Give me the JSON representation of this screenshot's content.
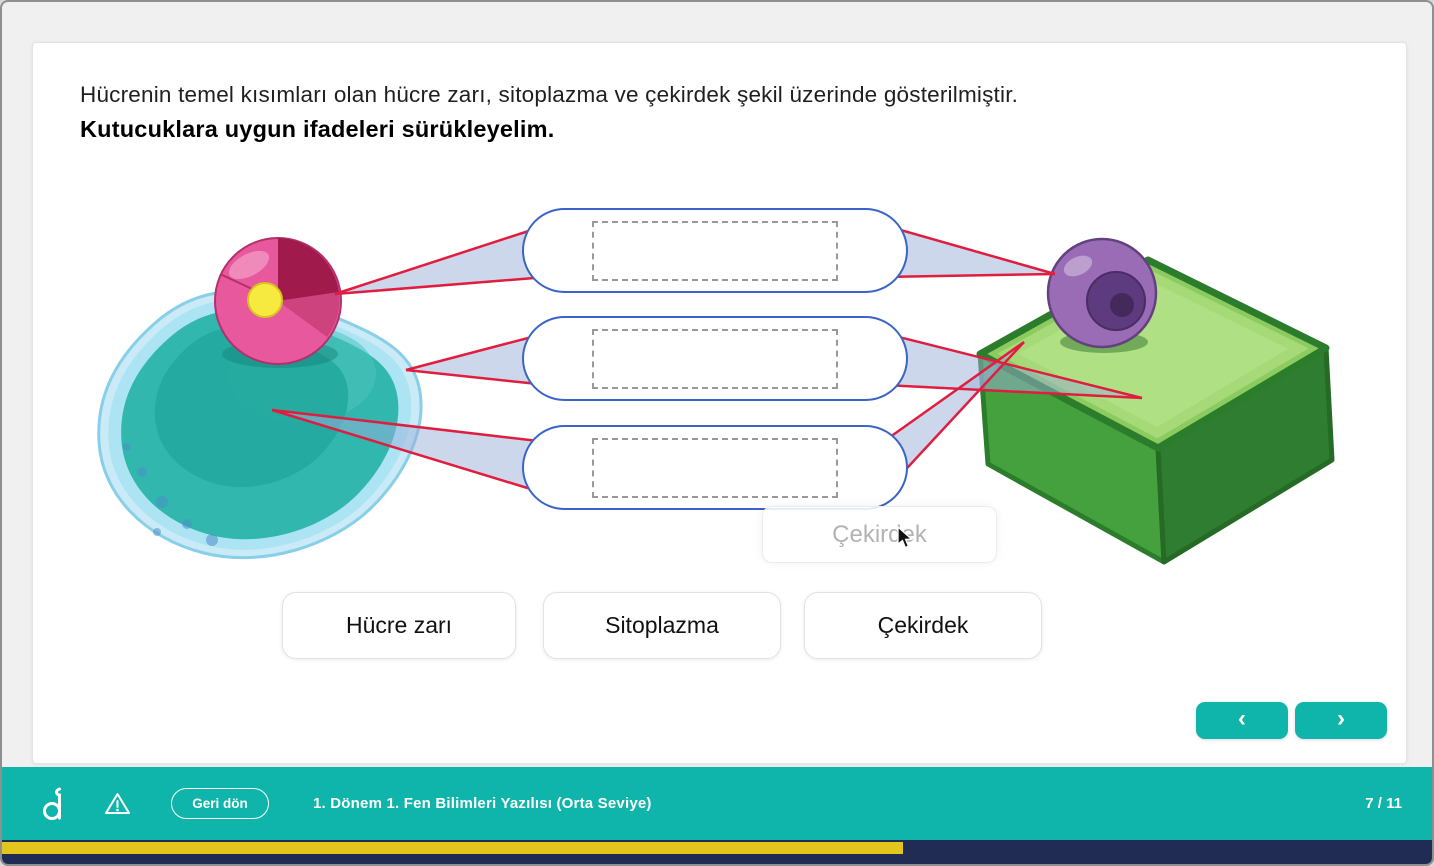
{
  "instructions": {
    "line1": "Hücrenin temel kısımları olan hücre zarı, sitoplazma ve çekirdek şekil üzerinde gösterilmiştir.",
    "line2": "Kutucuklara uygun ifadeleri sürükleyelim."
  },
  "drop_zones": [
    {
      "value": ""
    },
    {
      "value": ""
    },
    {
      "value": ""
    }
  ],
  "drag_chips": [
    {
      "label": "Hücre zarı"
    },
    {
      "label": "Sitoplazma"
    },
    {
      "label": "Çekirdek"
    }
  ],
  "ghost_chip": {
    "label": "Çekirdek"
  },
  "icons": {
    "prev_chevron": "‹",
    "next_chevron": "›"
  },
  "footer": {
    "back_button": "Geri dön",
    "title": "1. Dönem 1. Fen Bilimleri Yazılısı (Orta Seviye)",
    "page": "7 / 11"
  },
  "progress": {
    "percent": 63
  },
  "colors": {
    "teal": "#0fb5aa",
    "navy": "#202c54",
    "progress_yellow": "#e3c61b",
    "connector_red": "#e11d3f",
    "dropzone_blue": "#3a64c8"
  }
}
